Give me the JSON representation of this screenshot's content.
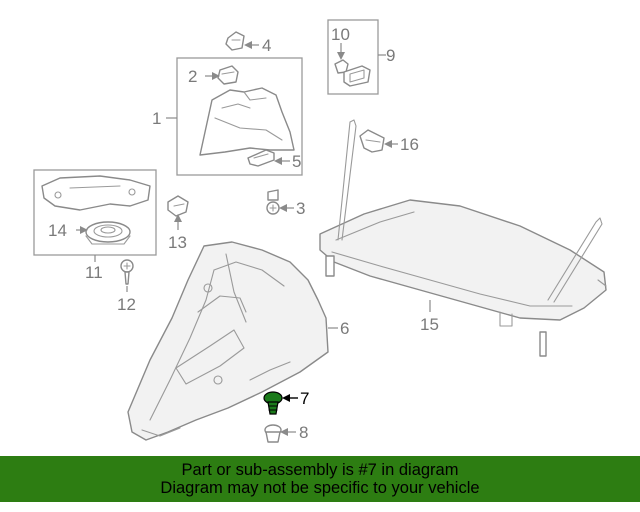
{
  "callouts": {
    "c1": "1",
    "c2": "2",
    "c3": "3",
    "c4": "4",
    "c5": "5",
    "c6": "6",
    "c7": "7",
    "c8": "8",
    "c9": "9",
    "c10": "10",
    "c11": "11",
    "c12": "12",
    "c13": "13",
    "c14": "14",
    "c15": "15",
    "c16": "16"
  },
  "highlighted_part": "7",
  "banner": {
    "line1": "Part or sub-assembly is #7 in diagram",
    "line2": "Diagram may not be specific to your vehicle"
  },
  "colors": {
    "banner_bg": "#2d7d12",
    "highlight_part": "#1a7a1a",
    "line_art": "#8a8a8a"
  }
}
